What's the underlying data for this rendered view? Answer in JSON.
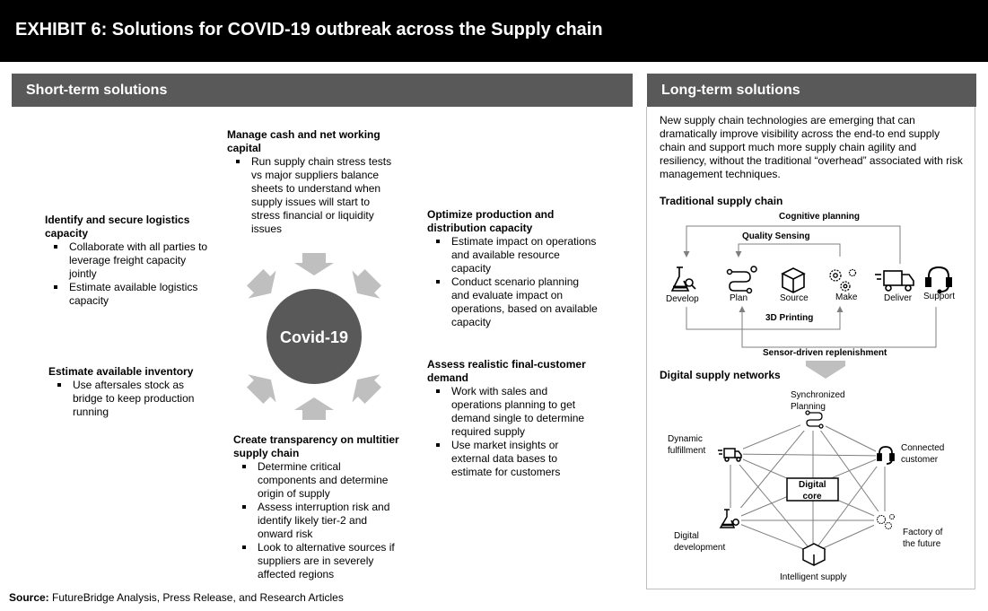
{
  "header": {
    "title": "EXHIBIT 6: Solutions for COVID-19 outbreak across the Supply chain"
  },
  "short_term": {
    "label": "Short-term solutions",
    "center": "Covid-19",
    "blocks": {
      "logistics": {
        "title": "Identify and secure logistics capacity",
        "bullets": [
          "Collaborate with all parties to leverage freight capacity jointly",
          "Estimate available logistics capacity"
        ]
      },
      "inventory": {
        "title": "Estimate available inventory",
        "bullets": [
          "Use aftersales stock as bridge to keep production running"
        ]
      },
      "cash": {
        "title": "Manage cash and net working capital",
        "bullets": [
          "Run supply chain stress tests vs major suppliers balance sheets to understand  when supply issues will start to stress financial or liquidity issues"
        ]
      },
      "transparency": {
        "title": "Create transparency on multitier supply chain",
        "bullets": [
          "Determine critical components and determine origin of supply",
          "Assess interruption risk and identify likely tier-2 and onward risk",
          "Look to alternative sources if suppliers are in severely affected regions"
        ]
      },
      "production": {
        "title": "Optimize production and distribution capacity",
        "bullets": [
          "Estimate impact on operations and available resource capacity",
          "Conduct scenario planning and evaluate impact on operations, based on available capacity"
        ]
      },
      "demand": {
        "title": "Assess realistic final-customer demand",
        "bullets": [
          "Work with sales and operations planning to get demand single to determine required supply",
          "Use market insights or external data bases to estimate for customers"
        ]
      }
    }
  },
  "long_term": {
    "label": "Long-term solutions",
    "intro": "New supply chain technologies are emerging that can dramatically improve visibility across the end-to end supply chain and support much more supply chain agility and resiliency, without the traditional “overhead” associated with risk management techniques.",
    "traditional": {
      "title": "Traditional supply chain",
      "stages": [
        "Develop",
        "Plan",
        "Source",
        "Make",
        "Deliver",
        "Support"
      ],
      "flows": {
        "cognitive": "Cognitive planning",
        "quality": "Quality Sensing",
        "printing": "3D Printing",
        "sensor": "Sensor-driven replenishment"
      }
    },
    "digital": {
      "title": "Digital supply networks",
      "core_line1": "Digital",
      "core_line2": "core",
      "nodes": {
        "synchronized_1": "Synchronized",
        "synchronized_2": "Planning",
        "connected_1": "Connected",
        "connected_2": "customer",
        "factory_1": "Factory of",
        "factory_2": "the future",
        "intelligent": "Intelligent supply",
        "development_1": "Digital",
        "development_2": "development",
        "fulfillment_1": "Dynamic",
        "fulfillment_2": "fulfillment"
      }
    }
  },
  "source": {
    "label": "Source:",
    "text": " FutureBridge Analysis, Press Release, and Research Articles"
  },
  "colors": {
    "header_bg": "#000000",
    "band_bg": "#595959",
    "circle": "#595959",
    "arrow": "#bfbfbf",
    "line": "#7f7f7f"
  }
}
